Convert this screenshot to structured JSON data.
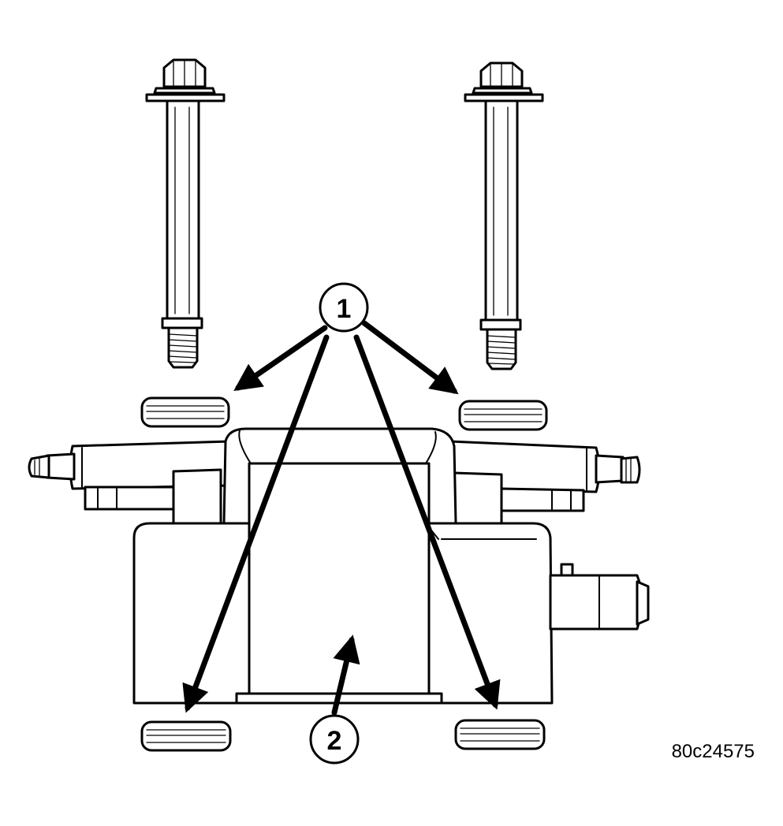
{
  "callouts": {
    "one": "1",
    "two": "2"
  },
  "figure_id": "80c24575"
}
